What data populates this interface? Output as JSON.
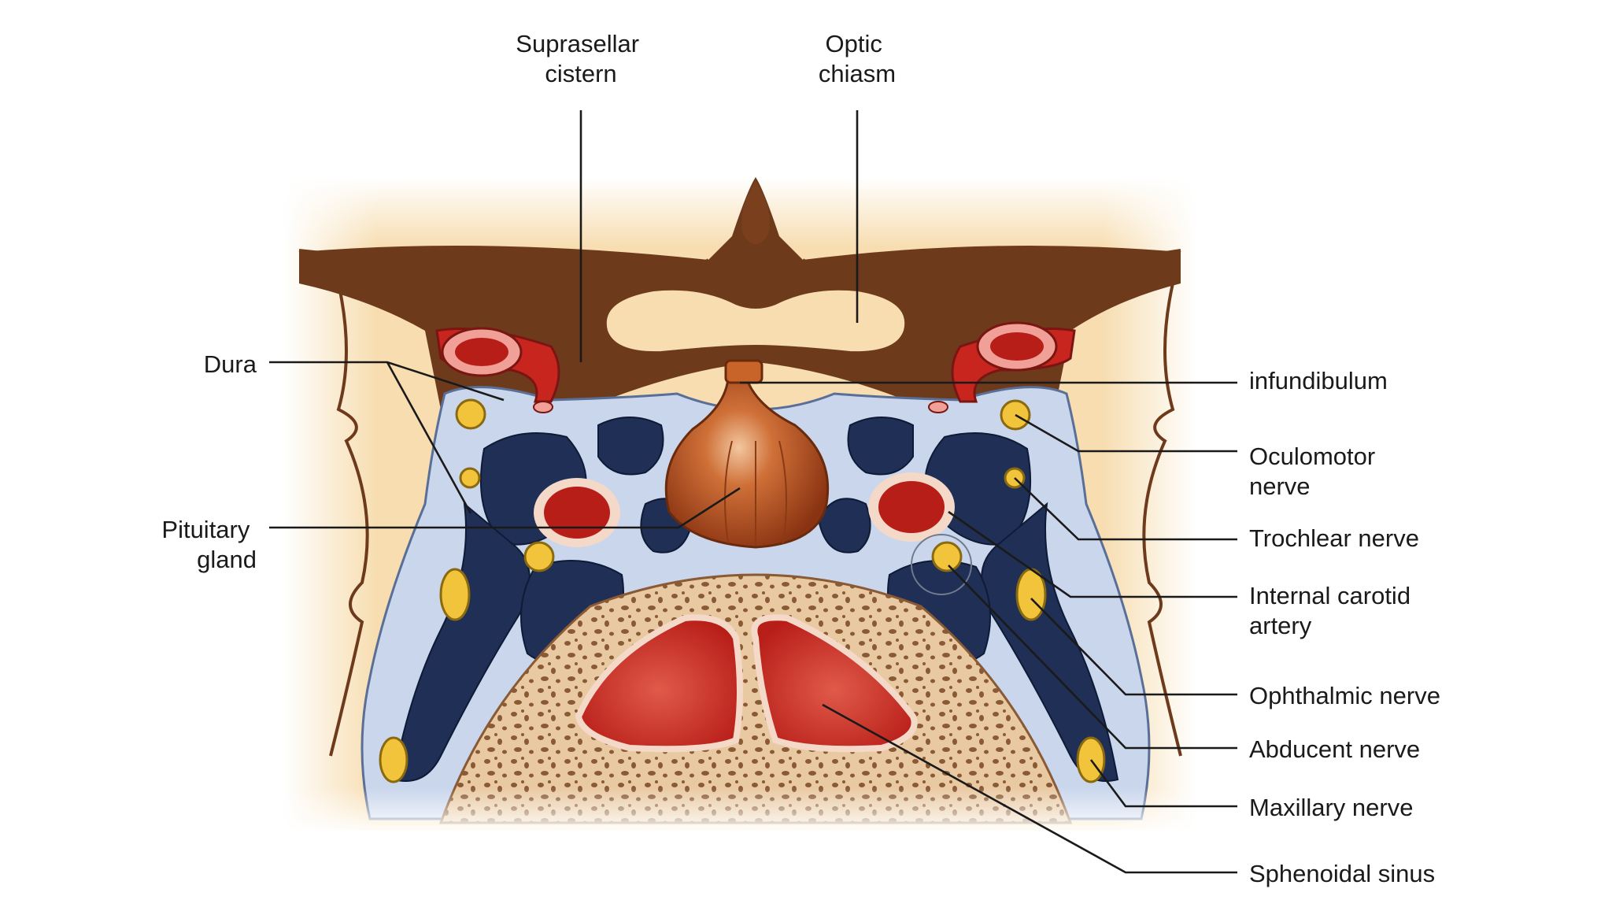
{
  "labels": {
    "suprasellar_cistern": [
      "Suprasellar",
      "cistern"
    ],
    "optic_chiasm": [
      "Optic",
      "chiasm"
    ],
    "dura": "Dura",
    "pituitary_gland": [
      "Pituitary",
      "gland"
    ],
    "infundibulum": "infundibulum",
    "oculomotor_nerve": [
      "Oculomotor",
      "nerve"
    ],
    "trochlear_nerve": "Trochlear nerve",
    "internal_carotid_artery": [
      "Internal carotid",
      "artery"
    ],
    "ophthalmic_nerve": "Ophthalmic nerve",
    "abducent_nerve": "Abducent nerve",
    "maxillary_nerve": "Maxillary nerve",
    "sphenoidal_sinus": "Sphenoidal sinus"
  },
  "colors": {
    "brain_tissue": "#f7ddb0",
    "cistern_csf": "#6e3a1c",
    "artery": "#c8251f",
    "venous_sinus": "#1f2f55",
    "dura": "#c9d6ec",
    "nerve": "#f2c43b",
    "bone": "#e8c8a0",
    "pituitary": "#b4501d"
  }
}
